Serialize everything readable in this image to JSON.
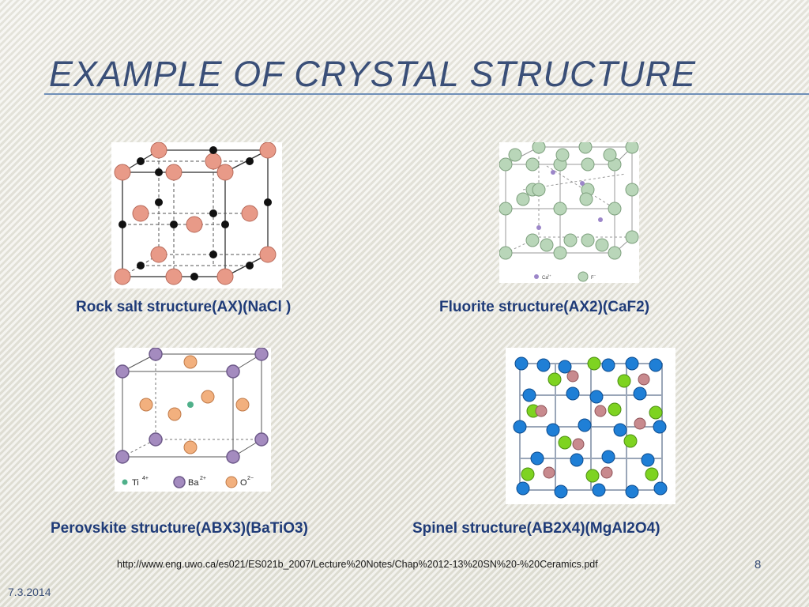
{
  "slide": {
    "title": "Example of crystal structure",
    "page_number": "8",
    "date": "7.3.2014",
    "source_url": "http://www.eng.uwo.ca/es021/ES021b_2007/Lecture%20Notes/Chap%2012-13%20SN%20-%20Ceramics.pdf"
  },
  "figures": [
    {
      "caption": "Rock salt structure(AX)(NaCl )"
    },
    {
      "caption": "Fluorite structure(AX2)(CaF2)",
      "legend": [
        "Ca",
        "2+",
        "F",
        "−"
      ]
    },
    {
      "caption": "Perovskite structure(ABX3)(BaTiO3)",
      "legend": [
        "Ti",
        "4+",
        "Ba",
        "2+",
        "O",
        "2−"
      ]
    },
    {
      "caption": "Spinel structure(AB2X4)(MgAl2O4)"
    }
  ],
  "colors": {
    "title": "#3a4f78",
    "caption": "#1f3b78",
    "title_rule": "#6f8fb8"
  }
}
